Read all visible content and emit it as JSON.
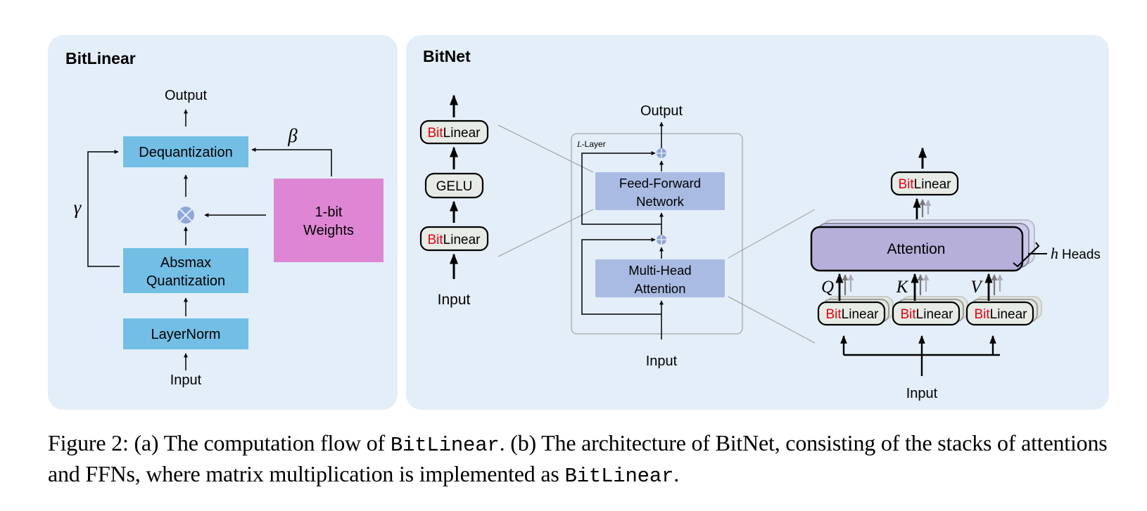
{
  "colors": {
    "panel_bg": "#e3eef8",
    "blue_box": "#72bee5",
    "pink_box": "#de86d3",
    "op_circle": "#8fa6d8",
    "transformer_box": "#a9bbe2",
    "attention_box": "#b5afd9",
    "pill_fill": "#e6ebe6",
    "bit_red": "#e8000f"
  },
  "bitlinear_panel": {
    "title": "BitLinear",
    "output_label": "Output",
    "input_label": "Input",
    "dequant_label": "Dequantization",
    "absmax_label_line1": "Absmax",
    "absmax_label_line2": "Quantization",
    "layernorm_label": "LayerNorm",
    "weights_label_line1": "1-bit",
    "weights_label_line2": "Weights",
    "gamma_symbol": "γ",
    "beta_symbol": "β",
    "multiply_op": "⊗"
  },
  "bitnet_panel": {
    "title": "BitNet",
    "ffn_stack": {
      "top_bit": "Bit",
      "top_linear": "Linear",
      "gelu_label": "GELU",
      "bottom_bit": "Bit",
      "bottom_linear": "Linear",
      "input_label": "Input"
    },
    "layer_block": {
      "layer_symbol": "L",
      "layer_suffix": "-Layer",
      "output_label": "Output",
      "input_label": "Input",
      "ffn_line1": "Feed-Forward",
      "ffn_line2": "Network",
      "mha_line1": "Multi-Head",
      "mha_line2": "Attention"
    },
    "attention_detail": {
      "out_bit": "Bit",
      "out_linear": "Linear",
      "attention_label": "Attention",
      "heads_symbol": "h",
      "heads_label": "Heads",
      "q_label": "Q",
      "k_label": "K",
      "v_label": "V",
      "q_bit": "Bit",
      "q_linear": "Linear",
      "k_bit": "Bit",
      "k_linear": "Linear",
      "v_bit": "Bit",
      "v_linear": "Linear",
      "input_label": "Input"
    }
  },
  "caption": {
    "part1": "Figure 2: (a) The computation flow of ",
    "code1": "BitLinear",
    "part2": ". (b) The architecture of BitNet, consisting of the stacks of attentions and FFNs, where matrix multiplication is implemented as ",
    "code2": "BitLinear",
    "part3": "."
  }
}
